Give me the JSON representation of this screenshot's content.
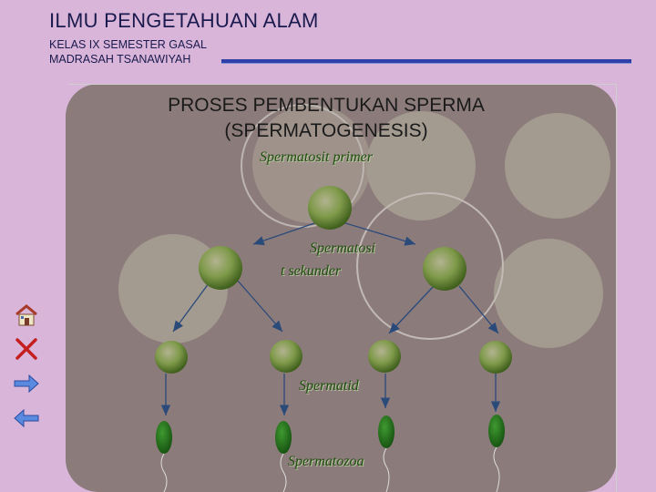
{
  "header": {
    "title": "ILMU PENGETAHUAN ALAM",
    "subtitle_line1": "KELAS IX SEMESTER GASAL",
    "subtitle_line2": "MADRASAH TSANAWIYAH"
  },
  "slide": {
    "heading_line1": "PROSES PEMBENTUKAN SPERMA",
    "heading_line2": "(SPERMATOGENESIS)",
    "labels": {
      "primer": "Spermatosit primer",
      "sekunder_line1": "Spermatosi",
      "sekunder_line2": "t sekunder",
      "spermatid": "Spermatid",
      "spermatozoa": "Spermatozoa"
    }
  },
  "nav": {
    "home_icon": "home-icon",
    "close_icon": "close-icon",
    "next_icon": "arrow-right-icon",
    "prev_icon": "arrow-left-icon"
  },
  "colors": {
    "background": "#d9b6d9",
    "panel": "#8c7b7b",
    "cell": "#6f8f3f",
    "sperm": "#1f6d1a",
    "label": "#1f4d10",
    "rule": "#2e3fa8"
  }
}
